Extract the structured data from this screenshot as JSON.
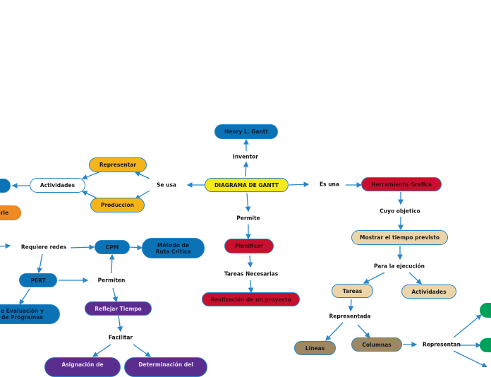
{
  "nodes": {
    "central": "DIAGRAMA DE GANTT",
    "inventor_name": "Henry L. Gantt",
    "representar": "Representar",
    "produccion": "Produccion",
    "actividades_left": "Actividades",
    "planificar": "Planificar",
    "realizacion": "Realización de un proyecto",
    "herramienta": "Herramienta Grafica",
    "mostrar": "Mostrar el tiempo previsto",
    "tareas": "Tareas",
    "actividades_right": "Actividades",
    "lineas": "Lineas",
    "columnas": "Columnas",
    "cpm": "CPM",
    "metodo_ruta": "Método de Ruta Critica",
    "pert": "PERT",
    "evaluacion": "e Evaluación y de Programas",
    "reflejar": "Reflejar Tiempo",
    "asignacion": "Asignación de",
    "determinacion": "Determinación del",
    "orange_partial": "erie"
  },
  "labels": {
    "inventor": "Inventor",
    "se_usa": "Se usa",
    "es_una": "Es una",
    "permite": "Permite",
    "tareas_necesarias": "Tareas Necesarias",
    "cuyo_objetico": "Cuyo objetico",
    "para_ejecucion": "Para la ejecución",
    "representada": "Representada",
    "representan": "Representan",
    "requiere_redes": "Requiere redes",
    "permiten": "Permiten",
    "facilitar": "Facilitar"
  }
}
